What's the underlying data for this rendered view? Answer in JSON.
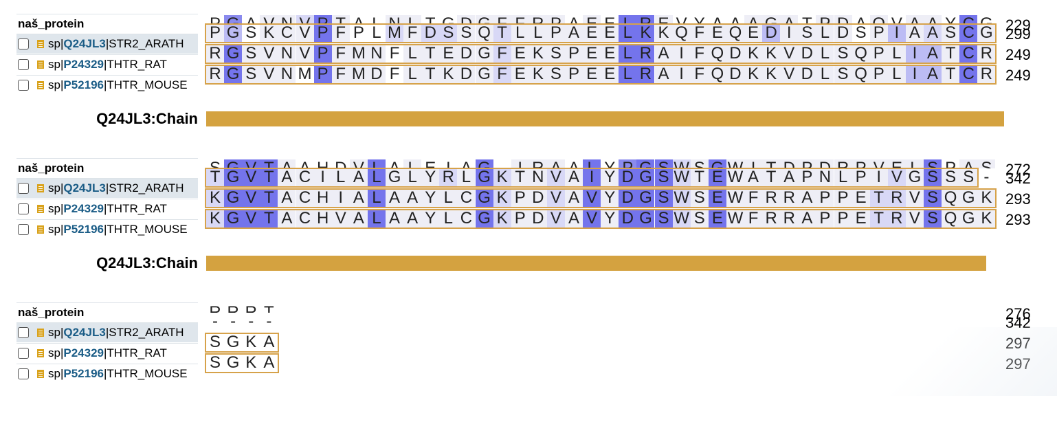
{
  "colors": {
    "c0": "#ffffff",
    "c1": "#eeeef6",
    "c2": "#d8d8f6",
    "c3": "#bcbcf4",
    "c4": "#8a8aee",
    "c5": "#7474ec",
    "box": "#d6a24a",
    "bar": "#d4a240"
  },
  "rows": [
    {
      "type": "query",
      "name": "naš_protein"
    },
    {
      "type": "hit",
      "db": "sp|",
      "acc": "Q24JL3",
      "rest": "|STR2_ARATH"
    },
    {
      "type": "hit",
      "db": "sp|",
      "acc": "P24329",
      "rest": "|THTR_RAT"
    },
    {
      "type": "hit",
      "db": "sp|",
      "acc": "P52196",
      "rest": "|THTR_MOUSE"
    }
  ],
  "blocks": [
    {
      "seqs": [
        "PGAVNVPTALNLTGDGFFRPAEELREVYAAAGATPDAQVAAYCG",
        "PGSKCVPFPLMFDSSQTLLPAEELKKQFEQEDISLDSPIAASCG",
        "RGSVNVPFMNFLTEDGFEKSPEELRAIFQDKKVDLSQPLIATCR",
        "RGSVNMPFMDFLTKDGFEKSPEELRAIFQDKKVDLSQPLIATCR"
      ],
      "shade": [
        "04011251001100111111010551000011101101011050",
        "13011151002122112111111551111113111101312151",
        "15111151110111112111111551111111111111133151",
        "15111051110111112111111551111111111111133151"
      ],
      "ends": [
        "229",
        "299",
        "249",
        "249"
      ],
      "feature": {
        "label": "Q24JL3:Chain"
      }
    },
    {
      "seqs": [
        "SGVTAAHDVLALEIAG-IRAALYPGSWSGWITDPDRPVELSPAS",
        "TGVTACILALGLYRLGKTNVAIYDGSWTEWATAPNLPIVGSSS-",
        "KGVTACHIALAAYLCGKPDVAVYDGSWSEWFRRAPPETRVSQGK",
        "KGVTACHVALAAYLCGKPDVAVYDGSWSEWFRRAPPETRVSQGK"
      ],
      "shade": [
        "05551000150100050111050455215111111111115011",
        "25551111151112152112151555215111111111215110",
        "25551111151111152112151555215111111112215111",
        "25551111151111152112151555215111111112215111"
      ],
      "ends": [
        "272",
        "342",
        "293",
        "293"
      ],
      "feature": {
        "label": "Q24JL3:Chain"
      }
    },
    {
      "seqs": [
        "RRRT",
        "----",
        "SGKA",
        "SGKA"
      ],
      "shade": [
        "0000",
        "0000",
        "0000",
        "0000"
      ],
      "ends": [
        "276",
        "342",
        "297",
        "297"
      ]
    }
  ]
}
